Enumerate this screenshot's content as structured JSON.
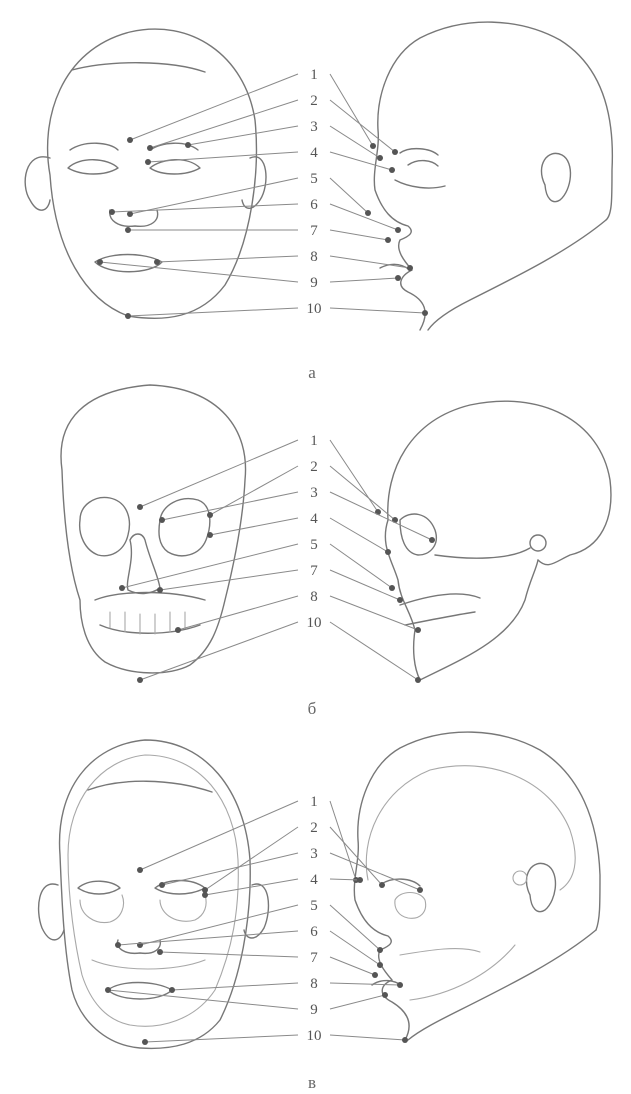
{
  "panels": [
    {
      "caption": "а",
      "labels": [
        "1",
        "2",
        "3",
        "4",
        "5",
        "6",
        "7",
        "8",
        "9",
        "10"
      ]
    },
    {
      "caption": "б",
      "labels": [
        "1",
        "2",
        "3",
        "4",
        "5",
        "7",
        "8",
        "10"
      ]
    },
    {
      "caption": "в",
      "labels": [
        "1",
        "2",
        "3",
        "4",
        "5",
        "6",
        "7",
        "8",
        "9",
        "10"
      ]
    }
  ]
}
